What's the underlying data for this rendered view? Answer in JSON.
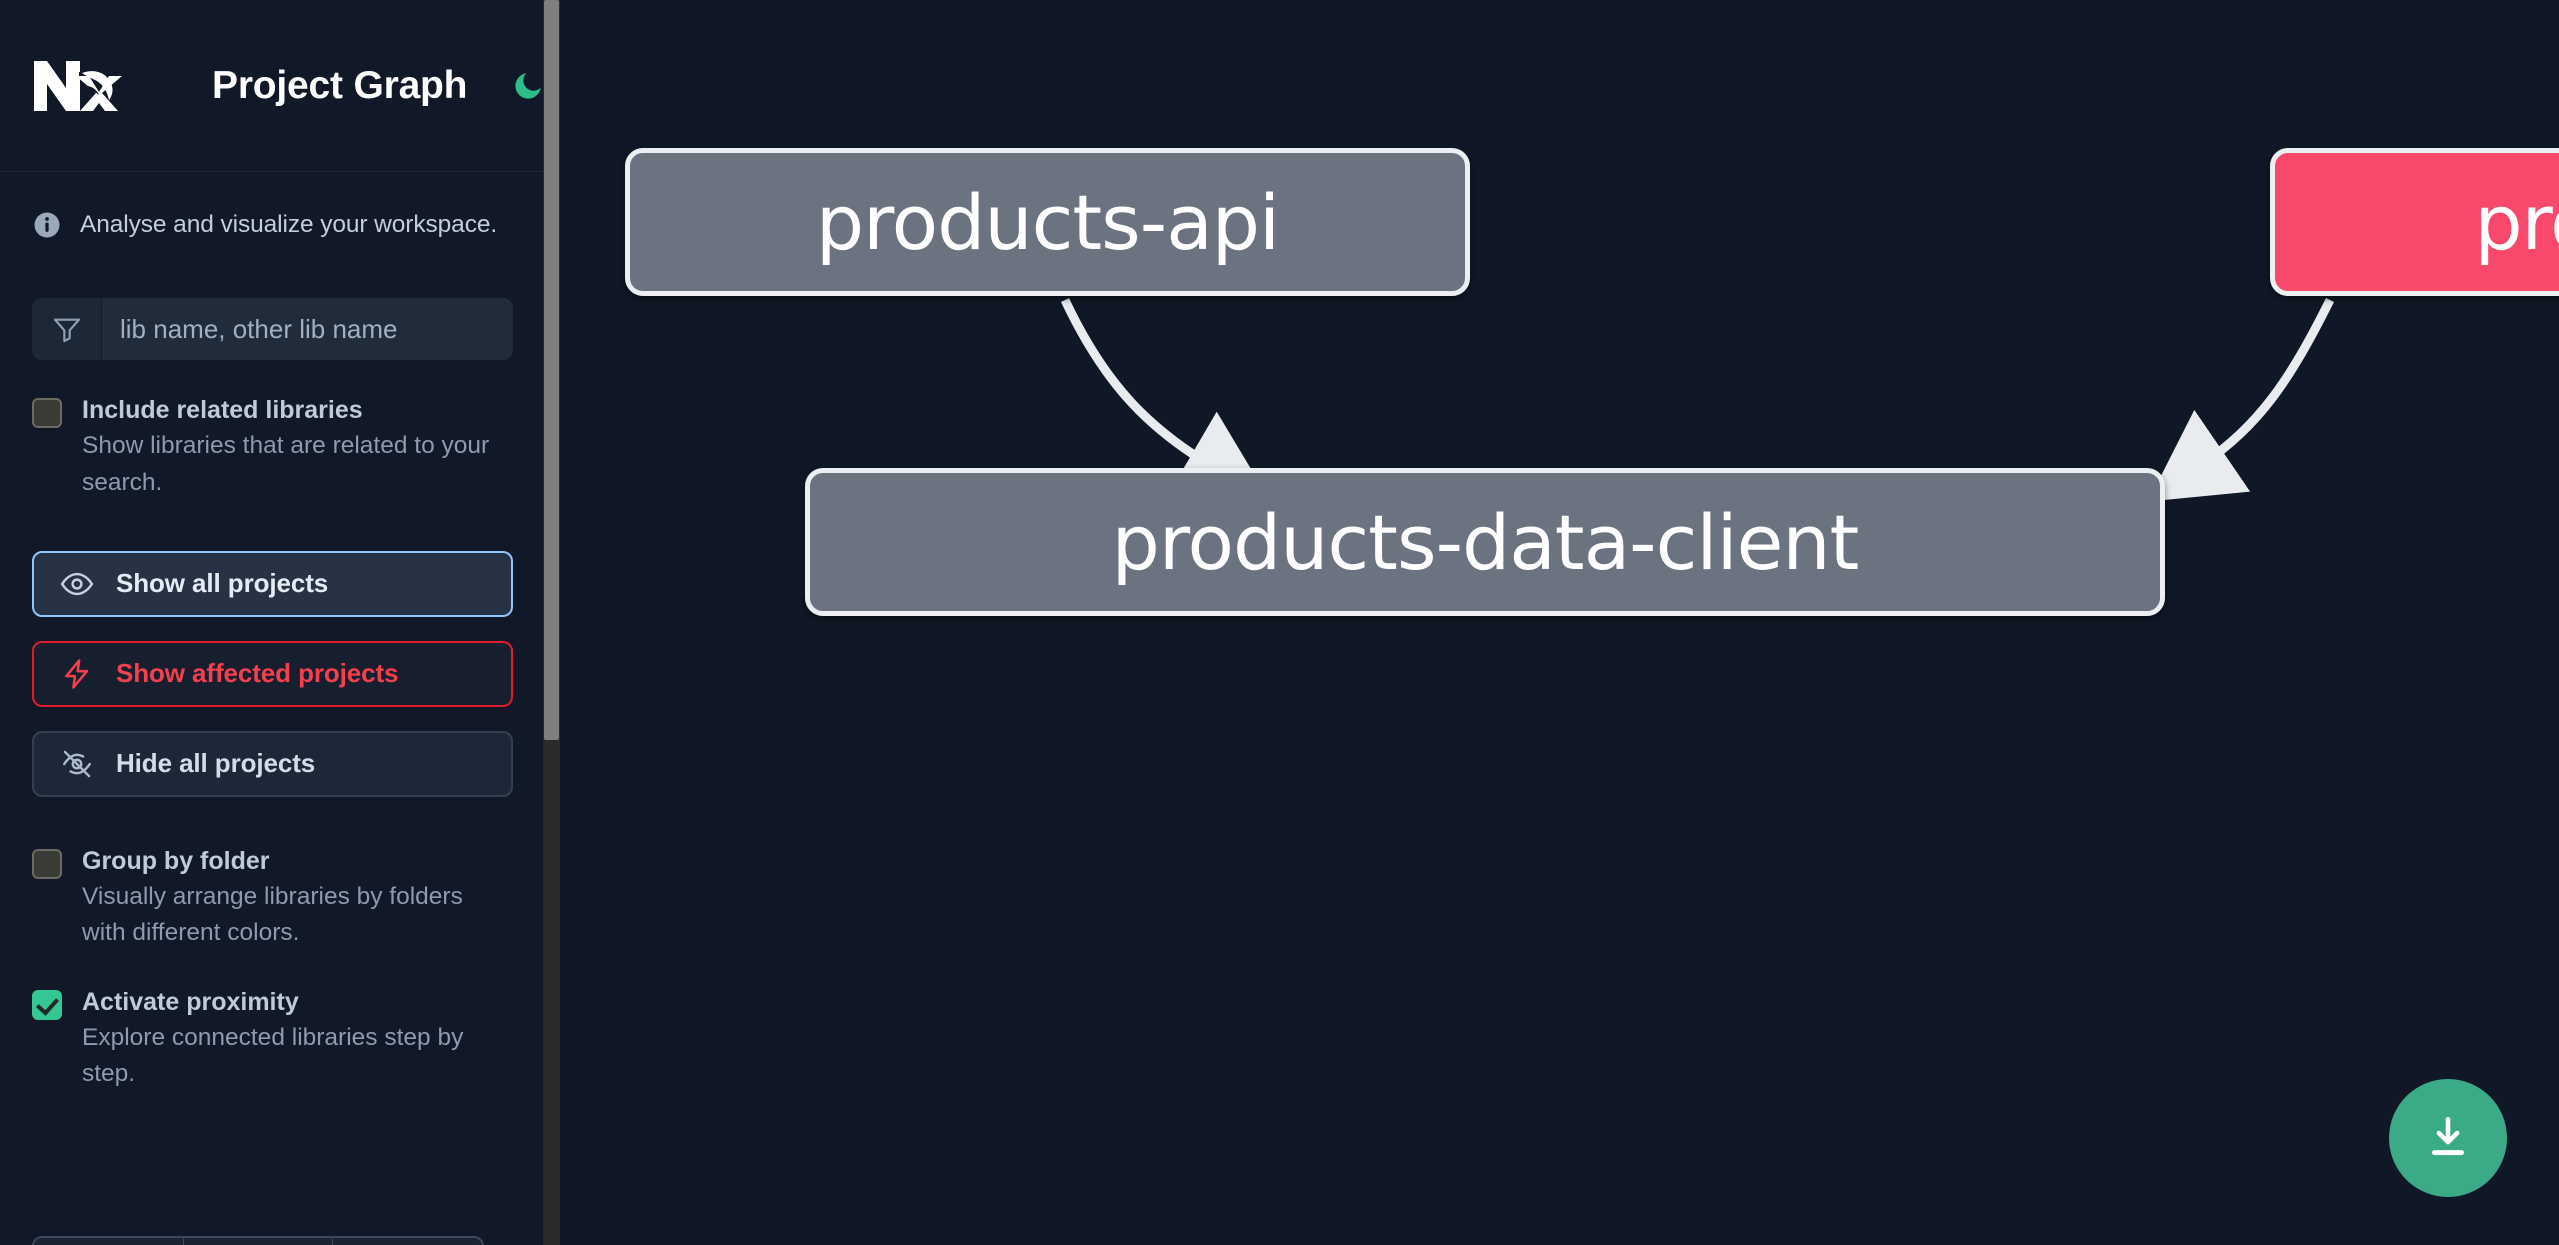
{
  "header": {
    "logo_alt": "nx-logo",
    "title": "Project Graph",
    "theme_toggle_icon": "moon-icon"
  },
  "sidebar": {
    "info": {
      "icon": "info-icon",
      "text": "Analyse and visualize your workspace."
    },
    "search": {
      "icon": "filter-icon",
      "placeholder": "lib name, other lib name",
      "value": ""
    },
    "options": [
      {
        "id": "include-related-libraries",
        "checked": false,
        "title": "Include related libraries",
        "desc": "Show libraries that are related to your search."
      },
      {
        "id": "group-by-folder",
        "checked": false,
        "title": "Group by folder",
        "desc": "Visually arrange libraries by folders with different colors."
      },
      {
        "id": "activate-proximity",
        "checked": true,
        "title": "Activate proximity",
        "desc": "Explore connected libraries step by step."
      }
    ],
    "buttons": [
      {
        "id": "show-all-projects",
        "label": "Show all projects",
        "icon": "eye-icon",
        "style": "primary"
      },
      {
        "id": "show-affected-projects",
        "label": "Show affected projects",
        "icon": "lightning-icon",
        "style": "danger"
      },
      {
        "id": "hide-all-projects",
        "label": "Hide all projects",
        "icon": "eye-off-icon",
        "style": "neutral"
      }
    ]
  },
  "graph": {
    "nodes": [
      {
        "id": "products-api",
        "label": "products-api",
        "color": "#6b7280"
      },
      {
        "id": "products-cli",
        "label": "products-cli",
        "color": "#f8486b"
      },
      {
        "id": "products-data-client",
        "label": "products-data-client",
        "color": "#6b7280"
      }
    ],
    "edges": [
      {
        "from": "products-api",
        "to": "products-data-client"
      },
      {
        "from": "products-cli",
        "to": "products-data-client"
      }
    ],
    "download_button": {
      "icon": "download-icon",
      "color": "#3aab86"
    }
  },
  "colors": {
    "background": "#101827",
    "sidebar": "#111827",
    "accent_green": "#34c794",
    "accent_pink": "#f8486b",
    "accent_red": "#f43f4e",
    "node_gray": "#6b7280"
  }
}
